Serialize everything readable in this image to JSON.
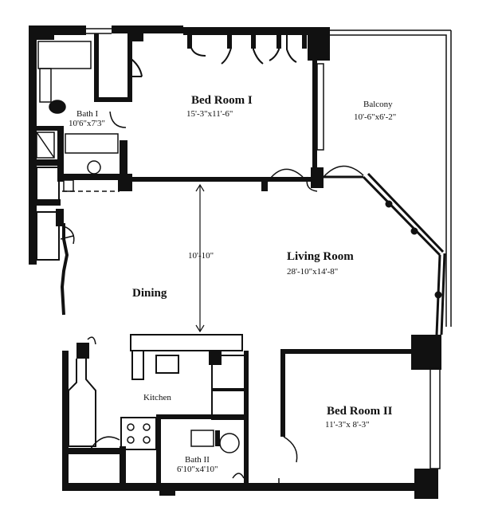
{
  "rooms": {
    "bed1": {
      "name": "Bed Room I",
      "dims": "15'-3\"x11'-6\""
    },
    "bath1": {
      "name": "Bath I",
      "dims": "10'6\"x7'3\""
    },
    "balcony": {
      "name": "Balcony",
      "dims": "10'-6\"x6'-2\""
    },
    "living": {
      "name": "Living Room",
      "dims": "28'-10\"x14'-8\""
    },
    "dining": {
      "name": "Dining"
    },
    "kitchen": {
      "name": "Kitchen"
    },
    "bath2": {
      "name": "Bath II",
      "dims": "6'10\"x4'10\""
    },
    "bed2": {
      "name": "Bed Room II",
      "dims": "11'-3\"x 8'-3\""
    }
  },
  "dimension_line": {
    "label": "10'-10\""
  }
}
